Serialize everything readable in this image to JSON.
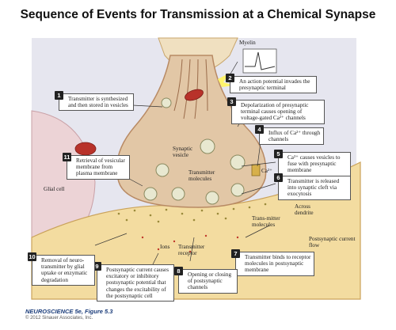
{
  "title": "Sequence of Events for Transmission at a Chemical Synapse",
  "steps": [
    {
      "num": "1",
      "text": "Transmitter is synthesized and then stored in vesicles"
    },
    {
      "num": "2",
      "text": "An action potential invades the presynaptic terminal"
    },
    {
      "num": "3",
      "text": "Depolarization of presynaptic terminal causes opening of voltage-gated Ca²⁺ channels"
    },
    {
      "num": "4",
      "text": "Influx of Ca²⁺ through channels"
    },
    {
      "num": "5",
      "text": "Ca²⁺ causes vesicles to fuse with presynaptic membrane"
    },
    {
      "num": "6",
      "text": "Transmitter is released into synaptic cleft via exocytosis"
    },
    {
      "num": "7",
      "text": "Transmitter binds to receptor molecules in postsynaptic membrane"
    },
    {
      "num": "8",
      "text": "Opening or closing of postsynaptic channels"
    },
    {
      "num": "9",
      "text": "Postsynaptic current causes excitatory or inhibitory postsynaptic potential that changes the excitability of the postsynaptic cell"
    },
    {
      "num": "10",
      "text": "Removal of neuro-transmitter by glial uptake or enzymatic degradation"
    },
    {
      "num": "11",
      "text": "Retrieval of vesicular membrane from plasma membrane"
    }
  ],
  "labels": {
    "myelin": "Myelin",
    "synaptic_vesicle": "Synaptic vesicle",
    "transmitter_molecules": "Transmitter molecules",
    "ca_ion": "Ca²⁺",
    "glial_cell": "Glial cell",
    "across_dendrite": "Across dendrite",
    "transmitter_molecules_2": "Trans-mitter molecules",
    "ions": "Ions",
    "transmitter_receptor": "Transmitter receptor",
    "postsynaptic_current_flow": "Postsynaptic current flow"
  },
  "caption": "NEUROSCIENCE 5e, Figure 5.3",
  "copyright": "© 2012 Sinauer Associates, Inc.",
  "colors": {
    "terminal": "#e2c7a6",
    "terminal_outline": "#b88a64",
    "background_field": "#e6e6ef",
    "glial": "#ecd3d6",
    "postsynaptic": "#f3dca0",
    "myelin": "#f0e0c0",
    "vesicle": "#e8e8d0",
    "mitochondria": "#b8322a",
    "flash": "#fff36b"
  }
}
